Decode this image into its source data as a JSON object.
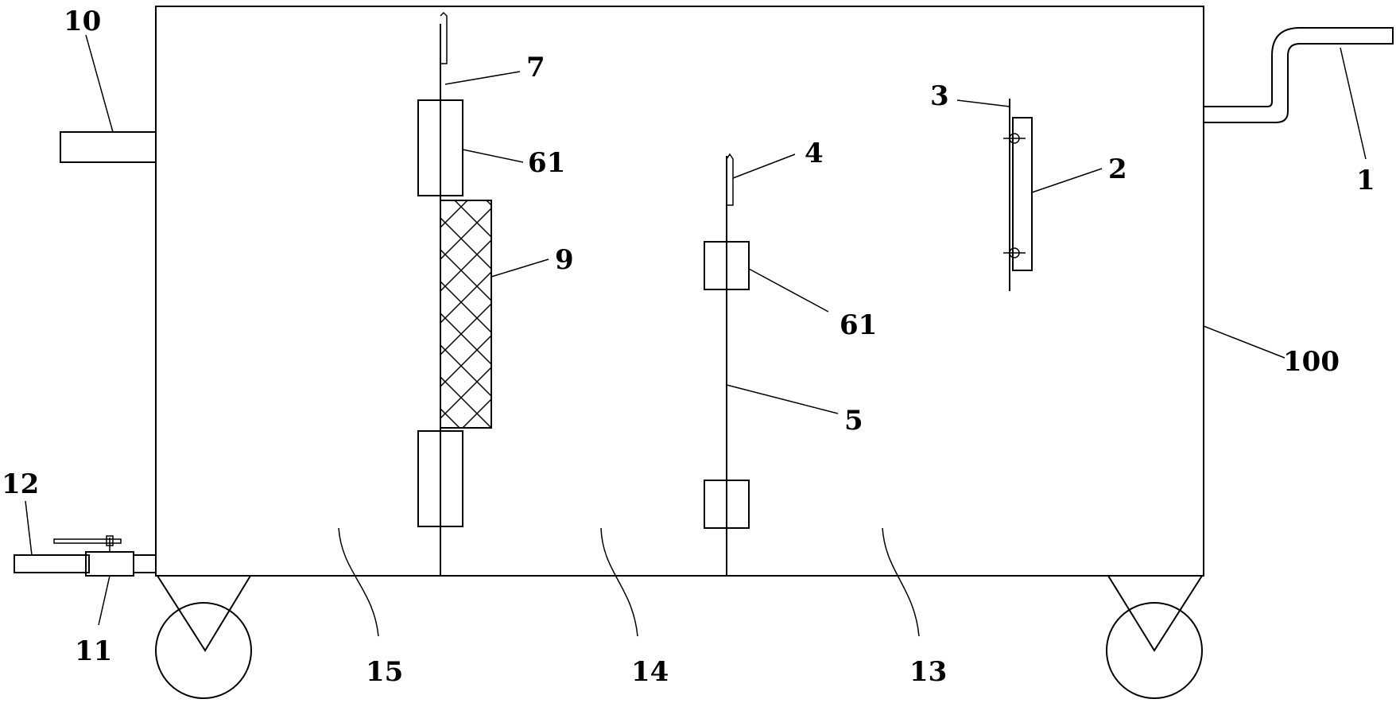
{
  "labels": {
    "l1": "1",
    "l2": "2",
    "l3": "3",
    "l4": "4",
    "l5": "5",
    "l7": "7",
    "l9": "9",
    "l10": "10",
    "l11": "11",
    "l12": "12",
    "l13": "13",
    "l14": "14",
    "l15": "15",
    "l61a": "61",
    "l61b": "61",
    "l100": "100"
  }
}
